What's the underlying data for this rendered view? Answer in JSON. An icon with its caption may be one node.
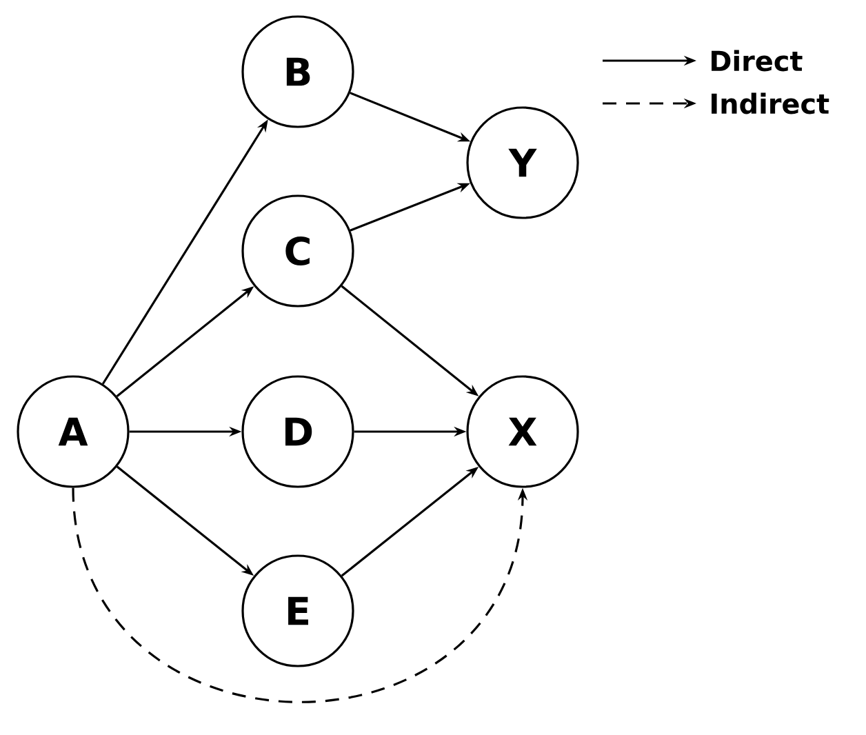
{
  "diagram": {
    "nodes": [
      {
        "text": [
          "A"
        ]
      },
      {
        "text": [
          "B"
        ]
      },
      {
        "text": [
          "C"
        ]
      },
      {
        "text": [
          "D"
        ]
      },
      {
        "text": [
          "E"
        ]
      },
      {
        "text": [
          "Y"
        ]
      },
      {
        "text": [
          "X"
        ]
      }
    ],
    "edges": [
      {
        "from": 0,
        "to": 1,
        "arrow": "to"
      },
      {
        "from": 0,
        "to": 2,
        "arrow": "to"
      },
      {
        "from": 0,
        "to": 3,
        "arrow": "to"
      },
      {
        "from": 0,
        "to": 4,
        "arrow": "to"
      },
      {
        "from": 1,
        "to": 5,
        "arrow": "to"
      },
      {
        "from": 2,
        "to": 5,
        "arrow": "to"
      },
      {
        "from": 2,
        "to": 6,
        "arrow": "to"
      },
      {
        "from": 3,
        "to": 6,
        "arrow": "to"
      },
      {
        "from": 4,
        "to": 6,
        "arrow": "to"
      },
      {
        "from": 0,
        "to": 6,
        "arrow": "to",
        "style": "dashed"
      }
    ],
    "legend": [
      {
        "text": "Direct"
      },
      {
        "text": "Indirect"
      }
    ]
  }
}
